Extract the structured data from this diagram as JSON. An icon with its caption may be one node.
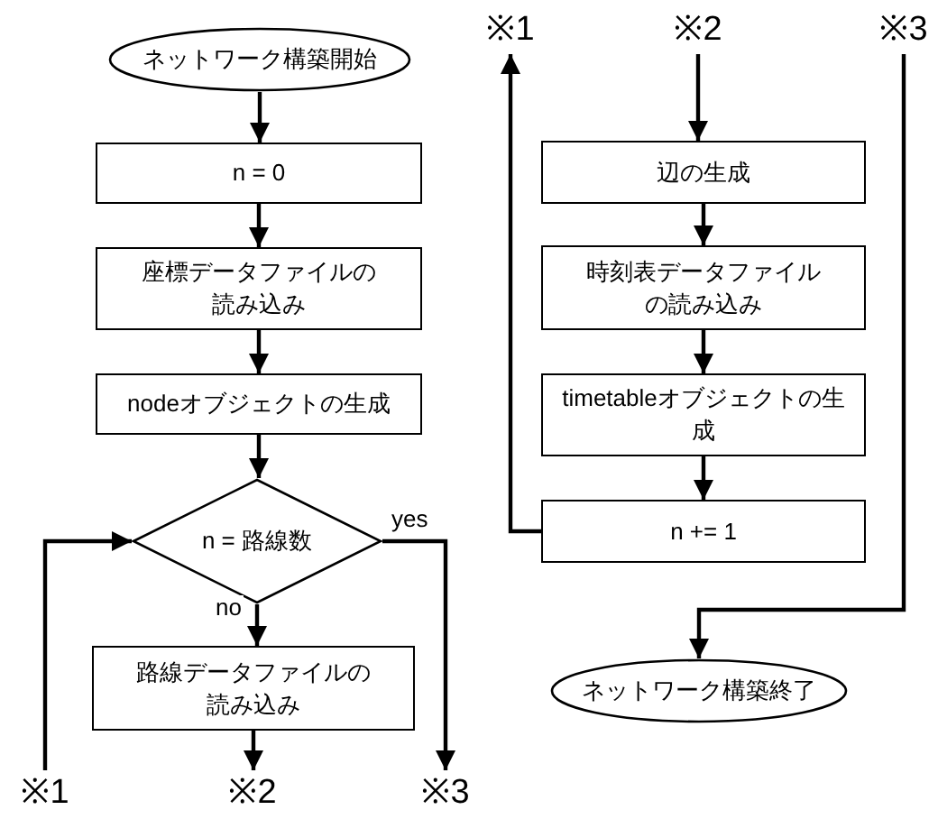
{
  "diagram": {
    "nodes": [
      {
        "text": [
          "ネットワーク構築開始"
        ]
      },
      {
        "text": [
          "n = 0"
        ]
      },
      {
        "text": [
          "座標データファイルの読み込み"
        ]
      },
      {
        "text": [
          "nodeオブジェクトの生成"
        ]
      },
      {
        "text": [
          "n = 路線数"
        ]
      },
      {
        "text": [
          "路線データファイルの読み込み"
        ]
      },
      {
        "text": [
          "※1"
        ]
      },
      {
        "text": [
          "※2"
        ]
      },
      {
        "text": [
          "※3"
        ]
      },
      {
        "text": [
          "※1"
        ]
      },
      {
        "text": [
          "※2"
        ]
      },
      {
        "text": [
          "※3"
        ]
      },
      {
        "text": [
          "辺の生成"
        ]
      },
      {
        "text": [
          "時刻表データファイルの読み込み"
        ]
      },
      {
        "text": [
          "timetableオブジェクトの生成"
        ]
      },
      {
        "text": [
          "n += 1"
        ]
      },
      {
        "text": [
          "ネットワーク構築終了"
        ]
      }
    ],
    "edges": [
      {
        "from": 0,
        "to": 1,
        "arrow": "to"
      },
      {
        "from": 1,
        "to": 2,
        "arrow": "to"
      },
      {
        "from": 2,
        "to": 3,
        "arrow": "to"
      },
      {
        "from": 3,
        "to": 4,
        "arrow": "to"
      },
      {
        "from": 4,
        "to": 5,
        "arrow": "to",
        "label": "no"
      },
      {
        "from": 4,
        "to": 8,
        "arrow": "to",
        "label": "yes"
      },
      {
        "from": 5,
        "to": 7,
        "arrow": "to"
      },
      {
        "from": 6,
        "to": 4,
        "arrow": "to"
      },
      {
        "from": 10,
        "to": 12,
        "arrow": "to"
      },
      {
        "from": 12,
        "to": 13,
        "arrow": "to"
      },
      {
        "from": 13,
        "to": 14,
        "arrow": "to"
      },
      {
        "from": 14,
        "to": 15,
        "arrow": "to"
      },
      {
        "from": 15,
        "to": 9,
        "arrow": "to"
      },
      {
        "from": 11,
        "to": 16,
        "arrow": "to"
      }
    ]
  }
}
